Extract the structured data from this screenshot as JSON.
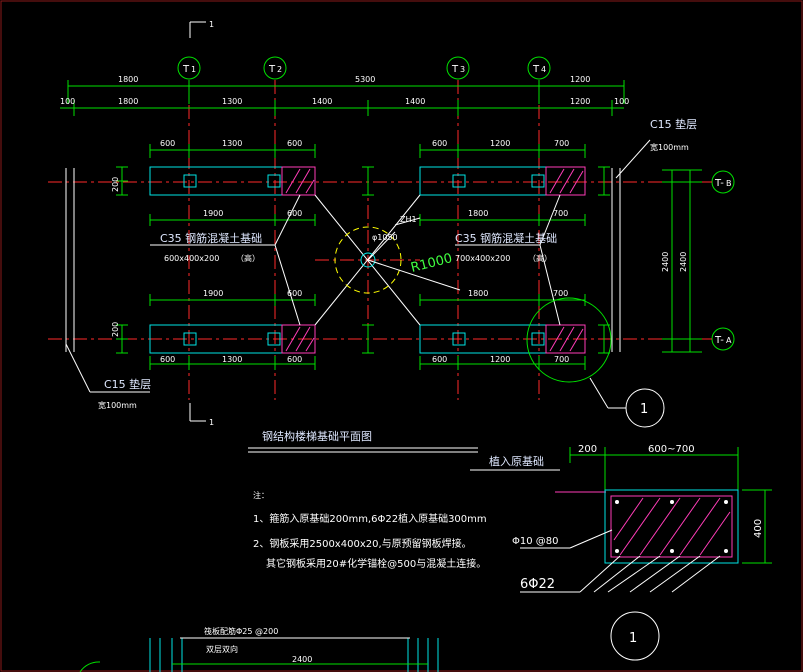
{
  "top_dims": {
    "row1": [
      "1800",
      "5300",
      "1200"
    ],
    "row2": [
      "100",
      "1800",
      "1300",
      "1400",
      "1400",
      "1200",
      "100"
    ]
  },
  "axes": {
    "a1": "1",
    "a2": "2",
    "a3": "3",
    "a4": "4",
    "b": "B",
    "a": "A"
  },
  "footing": {
    "top_left_dims": [
      "600",
      "1300",
      "600"
    ],
    "top_right_dims": [
      "600",
      "1200",
      "700"
    ],
    "mid_dims_left": [
      "1900",
      "600"
    ],
    "mid_dims_right": [
      "1800",
      "700"
    ],
    "lower_dims_left": [
      "1900",
      "600"
    ],
    "lower_dims_right": [
      "1800",
      "700"
    ],
    "bottom_left_dims": [
      "600",
      "1300",
      "600"
    ],
    "bottom_right_dims": [
      "600",
      "1200",
      "700"
    ],
    "side_dims": [
      "200",
      "200"
    ],
    "label_left": "C35  钢筋混凝土基础",
    "size_left": "600x400x200",
    "note_left": "（高）",
    "label_right": "C35  钢筋混凝土基础",
    "size_right": "700x400x200",
    "note_right": "（高）",
    "zh": "ZH1",
    "dia": "φ1050",
    "radius": "R1000",
    "overall_right": [
      "2400",
      "2400"
    ]
  },
  "pad": {
    "top_label": "C15  垫层",
    "top_width": "宽100mm",
    "bottom_label": "C15  垫层",
    "bottom_width": "宽100mm"
  },
  "plan_title": "钢结构楼梯基础平面图",
  "notes": {
    "head": "注：",
    "n1": "1、箍筋入原基础200mm,6Φ22植入原基础300mm",
    "n2": "2、钢板采用2500x400x20,与原预留钢板焊接。",
    "n3": "其它钢板采用20#化学锚栓@500与混凝土连接。"
  },
  "detail": {
    "title": "植入原基础",
    "dim_top_a": "200",
    "dim_top_b": "600~700",
    "dim_side": "400",
    "stirrup": "Φ10 @80",
    "bars": "6Φ22",
    "tag": "1"
  },
  "section_marks": {
    "top": "1",
    "bottom": "1",
    "callout": "1"
  },
  "bottom_strip": {
    "label1": "筏板配筋Φ25 @200",
    "label2": "双层双向",
    "dim": "2400"
  }
}
